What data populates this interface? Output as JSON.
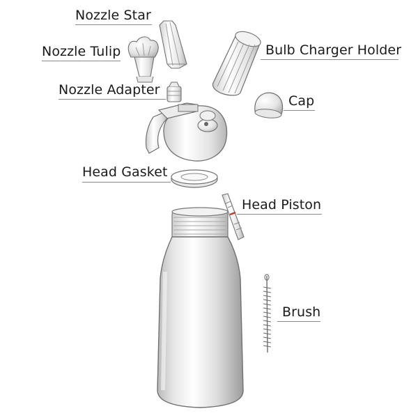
{
  "diagram": {
    "labels": {
      "nozzle_star": "Nozzle Star",
      "nozzle_tulip": "Nozzle Tulip",
      "bulb_charger_holder": "Bulb Charger Holder",
      "nozzle_adapter": "Nozzle Adapter",
      "cap": "Cap",
      "head_gasket": "Head Gasket",
      "head_piston": "Head Piston",
      "brush": "Brush"
    }
  }
}
